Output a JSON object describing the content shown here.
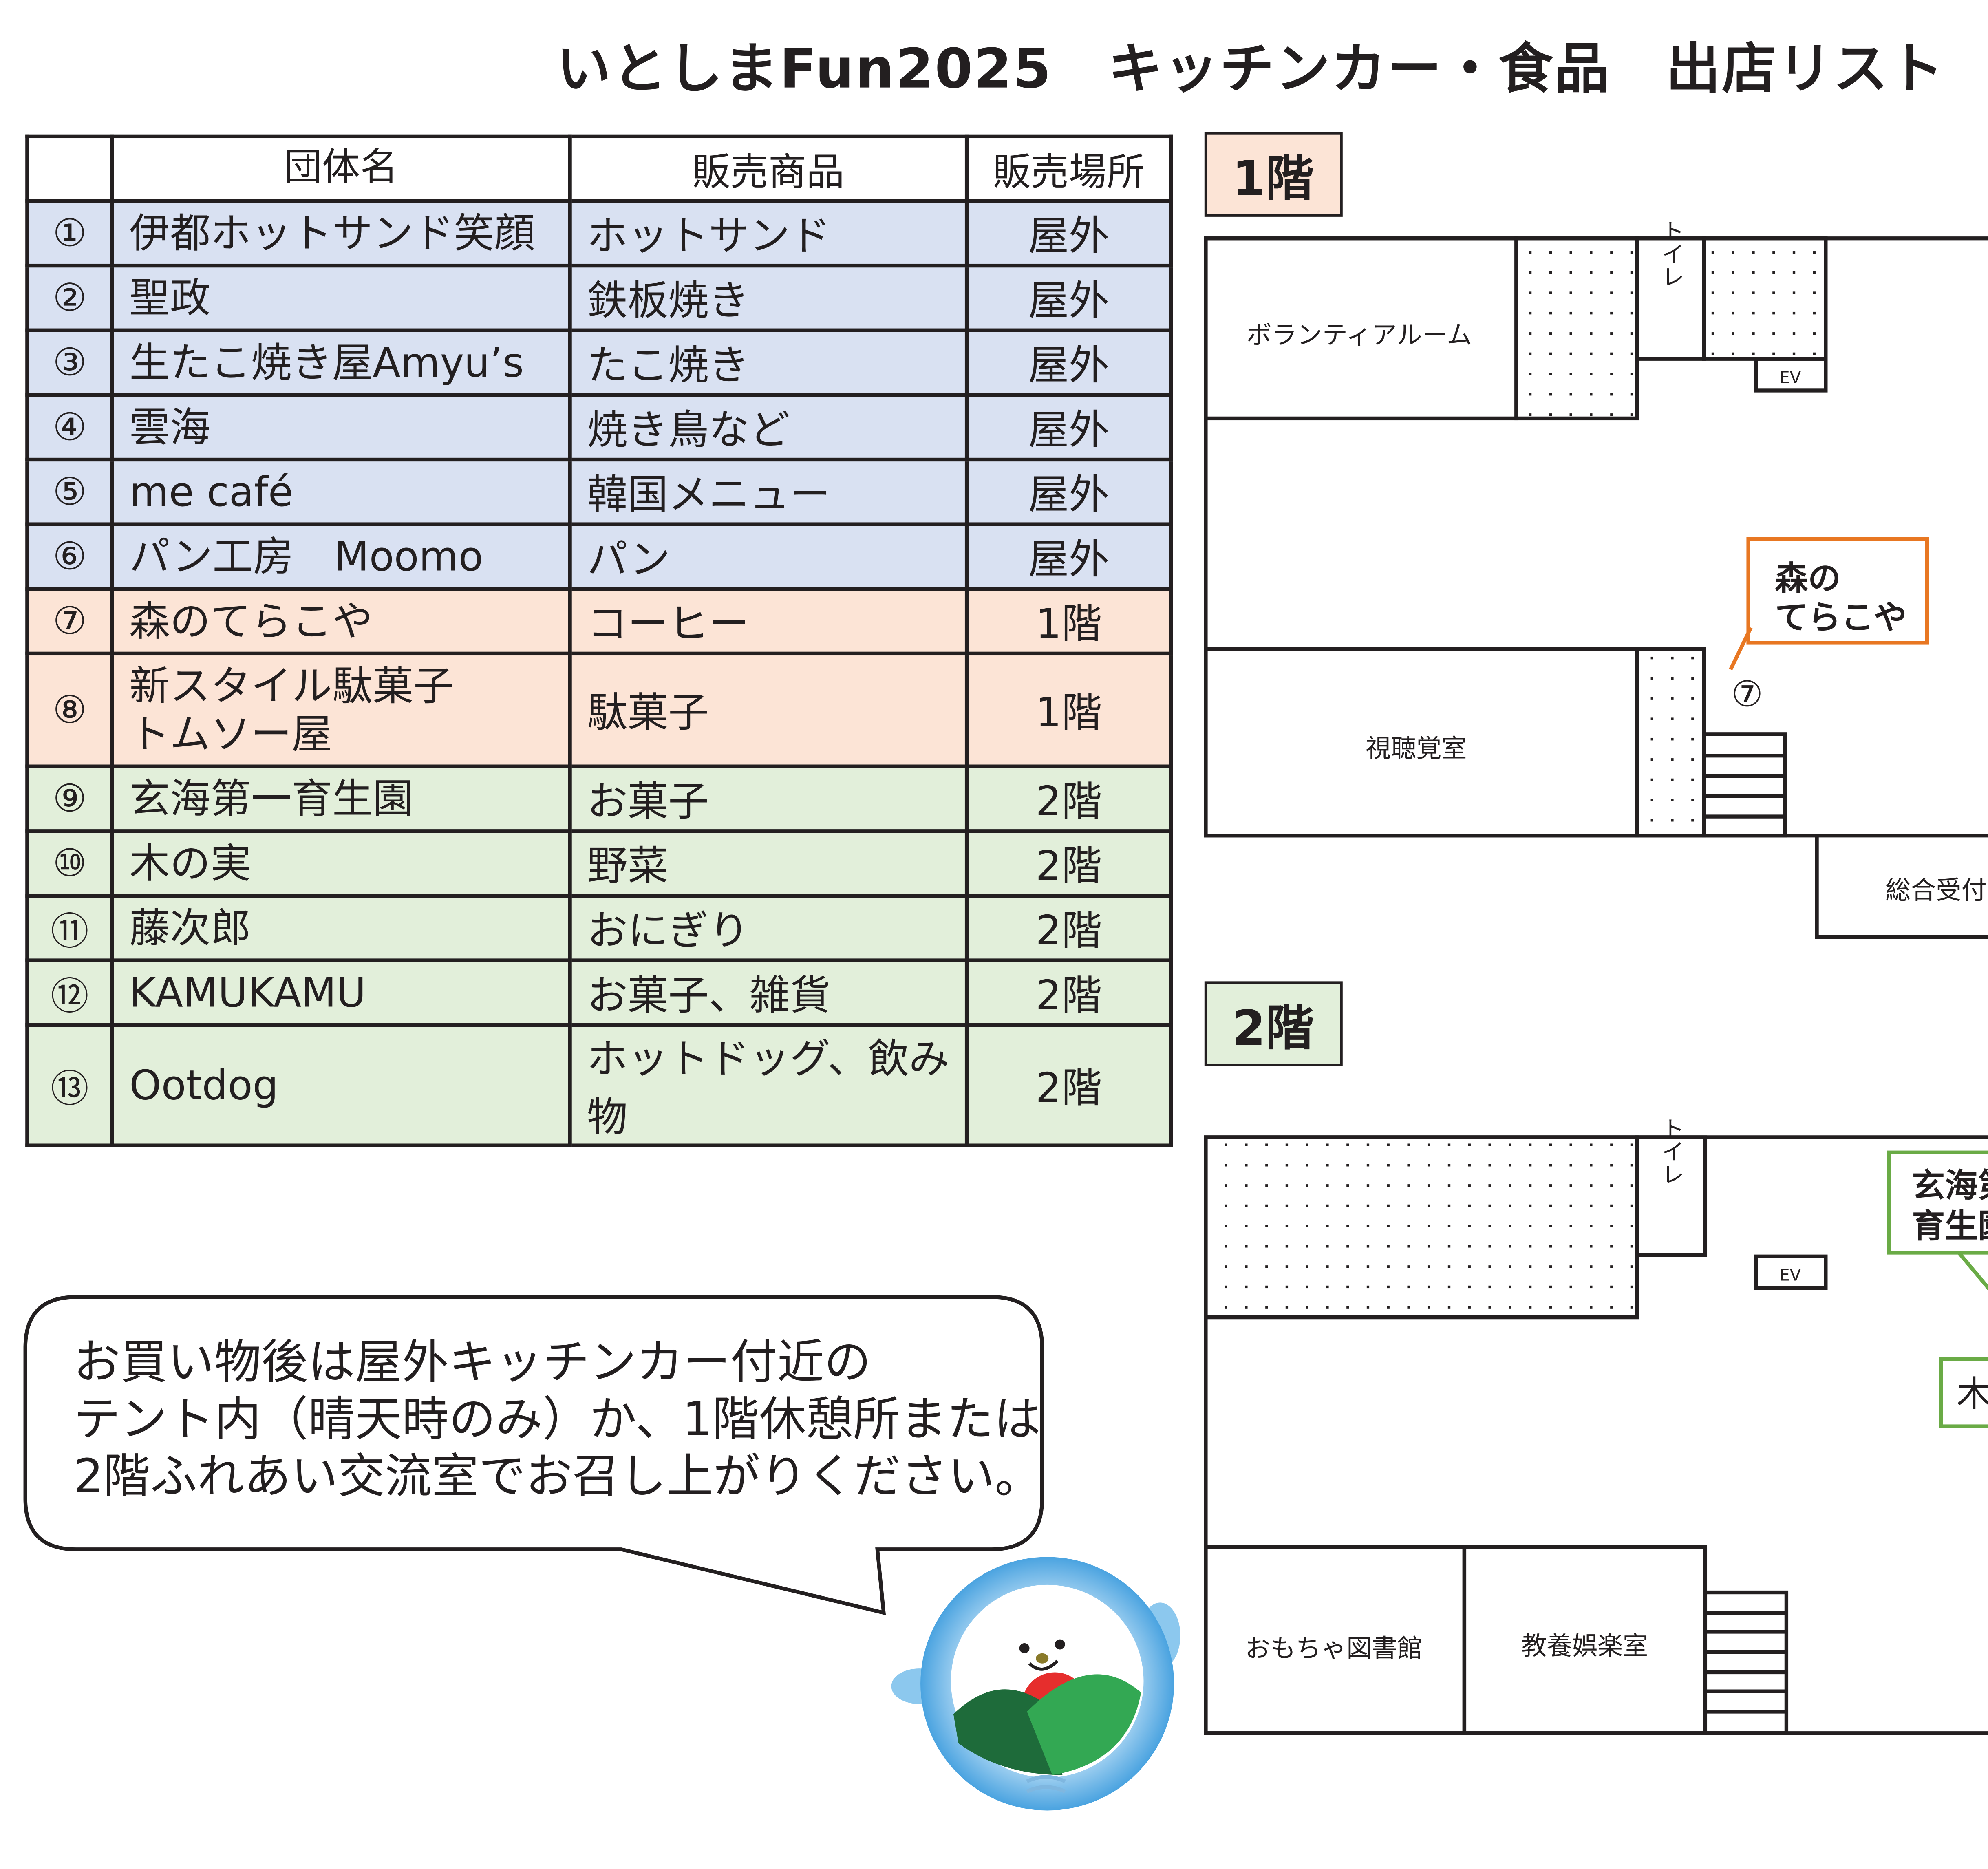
{
  "title": "いとしまFun2025　キッチンカー・食品　出店リスト",
  "table": {
    "headers": [
      "",
      "団体名",
      "販売商品",
      "販売場所"
    ],
    "rows": [
      {
        "no": "①",
        "group": "伊都ホットサンド笑顔",
        "product": "ホットサンド",
        "place": "屋外",
        "color": "blue"
      },
      {
        "no": "②",
        "group": "聖政",
        "product": "鉄板焼き",
        "place": "屋外",
        "color": "blue"
      },
      {
        "no": "③",
        "group": "生たこ焼き屋Amyu’s",
        "product": "たこ焼き",
        "place": "屋外",
        "color": "blue"
      },
      {
        "no": "④",
        "group": "雲海",
        "product": "焼き鳥など",
        "place": "屋外",
        "color": "blue"
      },
      {
        "no": "⑤",
        "group": "me café",
        "product": "韓国メニュー",
        "place": "屋外",
        "color": "blue"
      },
      {
        "no": "⑥",
        "group": "パン工房　Moomo",
        "product": "パン",
        "place": "屋外",
        "color": "blue"
      },
      {
        "no": "⑦",
        "group": "森のてらこや",
        "product": "コーヒー",
        "place": "1階",
        "color": "peach"
      },
      {
        "no": "⑧",
        "group": "新スタイル駄菓子\nトムソー屋",
        "product": "駄菓子",
        "place": "1階",
        "color": "peach"
      },
      {
        "no": "⑨",
        "group": "玄海第一育生園",
        "product": "お菓子",
        "place": "2階",
        "color": "green"
      },
      {
        "no": "⑩",
        "group": "木の実",
        "product": "野菜",
        "place": "2階",
        "color": "green"
      },
      {
        "no": "⑪",
        "group": "藤次郎",
        "product": "おにぎり",
        "place": "2階",
        "color": "green"
      },
      {
        "no": "⑫",
        "group": "KAMUKAMU",
        "product": "お菓子、雑貨",
        "place": "2階",
        "color": "green"
      },
      {
        "no": "⑬",
        "group": "Ootdog",
        "product": "ホットドッグ、飲み物",
        "place": "2階",
        "color": "green"
      }
    ]
  },
  "notice": "お買い物後は屋外キッチンカー付近の\nテント内（晴天時のみ）か、1階休憩所または\n2階ふれあい交流室でお召し上がりください。",
  "floor1": {
    "label": "1階",
    "rooms": {
      "volunteer": "ボランティアルーム",
      "toilet": "トイレ",
      "ev": "EV",
      "av": "視聴覚室",
      "reception": "総合受付"
    },
    "callout": {
      "line1": "森の",
      "line2": "てらこや",
      "marker": "⑦"
    }
  },
  "floor2": {
    "label": "2階",
    "rooms": {
      "toilet": "トイレ",
      "ev": "EV",
      "toy_library": "おもちゃ図書館",
      "culture": "教養娯楽室"
    },
    "callouts": [
      {
        "line1": "玄海第",
        "line2": "育生園"
      },
      {
        "line1": "木"
      }
    ]
  },
  "colors": {
    "outdoor": "#d9e1f2",
    "floor1": "#fce4d6",
    "floor2": "#e2efda",
    "callout1": "#e87722",
    "callout2": "#6aab46"
  }
}
